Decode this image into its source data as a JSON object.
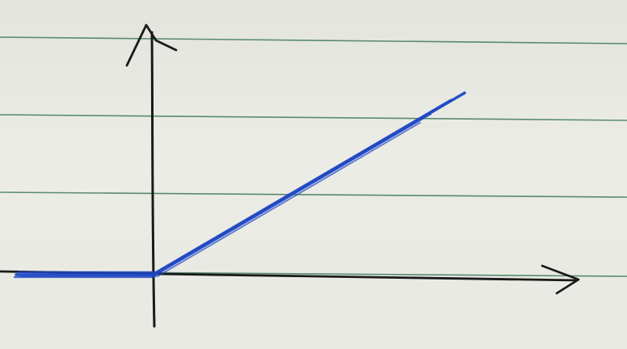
{
  "chart_data": {
    "type": "line",
    "title": "",
    "xlabel": "",
    "ylabel": "",
    "series": [
      {
        "color": "#1e47c4",
        "points": [
          [
            -1,
            0
          ],
          [
            0,
            0
          ],
          [
            1,
            1
          ]
        ]
      }
    ],
    "x_axis": {
      "arrow": true,
      "ticks": []
    },
    "y_axis": {
      "arrow": true,
      "ticks": []
    },
    "grid": false
  },
  "paper": {
    "ruled_line_color": "#3f7b5a",
    "ink_color": "#1a1a1a",
    "pen_color": "#1e47c4"
  }
}
